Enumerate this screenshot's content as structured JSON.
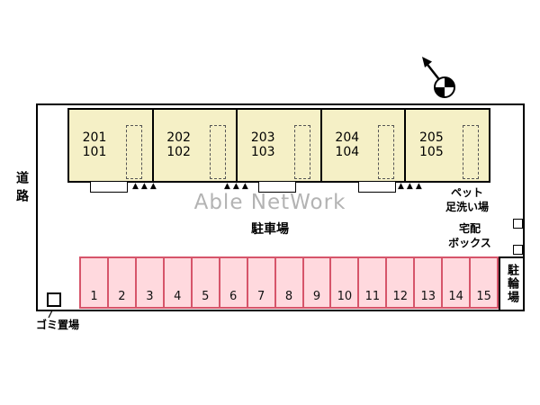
{
  "page": {
    "watermark": "Able NetWork"
  },
  "labels": {
    "road": "道路",
    "parking_lot": "駐車場",
    "pet_wash_line1": "ペット",
    "pet_wash_line2": "足洗い場",
    "delivery_line1": "宅配",
    "delivery_line2": "ボックス",
    "bicycle_parking": "駐輪場",
    "garbage_area": "ゴミ置場"
  },
  "building": {
    "entry_markers": "▲▲▲",
    "units": [
      {
        "upper": "201",
        "lower": "101"
      },
      {
        "upper": "202",
        "lower": "102"
      },
      {
        "upper": "203",
        "lower": "103"
      },
      {
        "upper": "204",
        "lower": "104"
      },
      {
        "upper": "205",
        "lower": "105"
      }
    ]
  },
  "parking": {
    "spaces": [
      "1",
      "2",
      "3",
      "4",
      "5",
      "6",
      "7",
      "8",
      "9",
      "10",
      "11",
      "12",
      "13",
      "14",
      "15"
    ]
  },
  "icons": {
    "compass": "north-arrow"
  },
  "colors": {
    "unit_fill": "#f5f0c6",
    "parking_fill": "#ffd9de",
    "parking_border": "#d6556a",
    "outline": "#000000",
    "watermark_gray": "#b3b3b3"
  }
}
